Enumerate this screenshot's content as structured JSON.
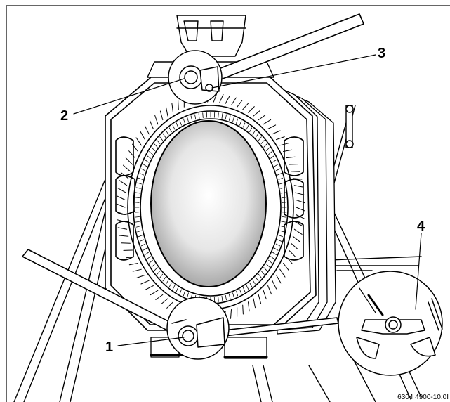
{
  "diagram": {
    "callouts": [
      {
        "id": "1",
        "label": "1"
      },
      {
        "id": "2",
        "label": "2"
      },
      {
        "id": "3",
        "label": "3"
      },
      {
        "id": "4",
        "label": "4"
      }
    ],
    "drawing_code": "6304 4900-10.0I"
  }
}
